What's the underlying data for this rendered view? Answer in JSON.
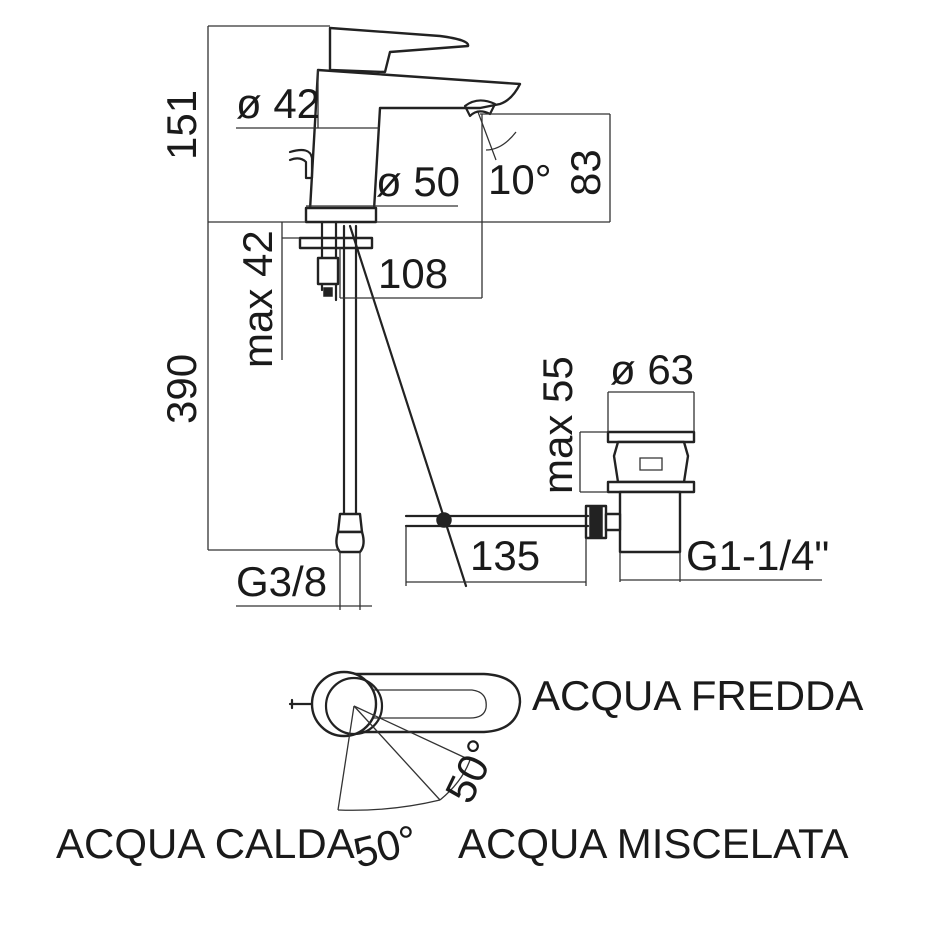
{
  "dimensions": {
    "height_total": "151",
    "diameter_body": "ø 42",
    "diameter_base": "ø 50",
    "spout_angle": "10°",
    "spout_height": "83",
    "max_deck": "max 42",
    "spout_reach": "108",
    "hose_length": "390",
    "hose_thread": "G3/8",
    "drain_diameter": "ø 63",
    "drain_max": "max 55",
    "rod_length": "135",
    "drain_thread": "G1-1/4\""
  },
  "lever": {
    "cold_label": "ACQUA FREDDA",
    "hot_label": "ACQUA CALDA",
    "mixed_label": "ACQUA MISCELATA",
    "angle_hot": "50°",
    "angle_cold": "50°"
  },
  "colors": {
    "line": "#222222",
    "background": "#ffffff"
  }
}
